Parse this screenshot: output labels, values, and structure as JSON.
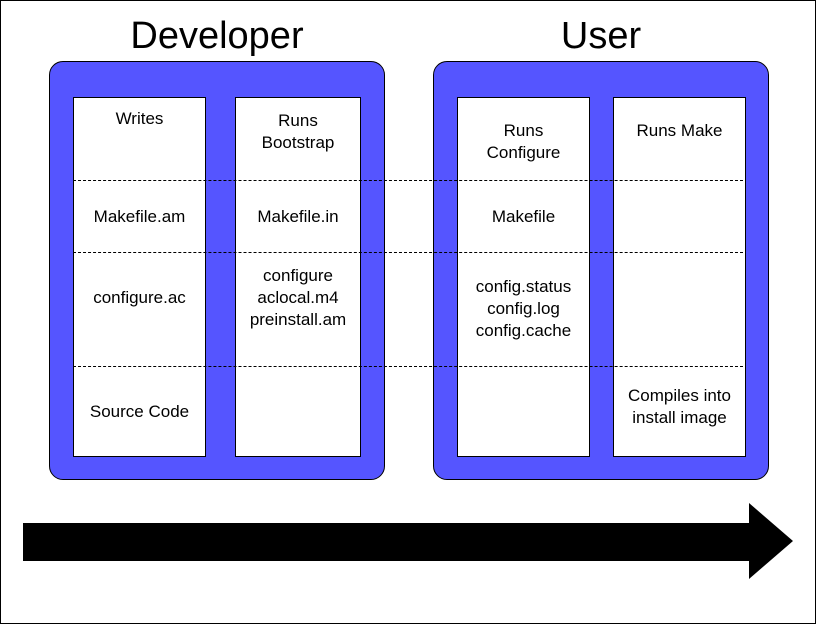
{
  "colors": {
    "panel": "#5555ff",
    "arrow": "#000000",
    "line": "#000000"
  },
  "sections": [
    {
      "heading": "Developer",
      "columns": [
        {
          "cells": [
            "Writes",
            "Makefile.am",
            "configure.ac",
            "Source Code"
          ]
        },
        {
          "cells": [
            "Runs\nBootstrap",
            "Makefile.in",
            "configure\naclocal.m4\npreinstall.am",
            ""
          ]
        }
      ]
    },
    {
      "heading": "User",
      "columns": [
        {
          "cells": [
            "Runs\nConfigure",
            "Makefile",
            "config.status\nconfig.log\nconfig.cache",
            ""
          ]
        },
        {
          "cells": [
            "Runs Make",
            "",
            "",
            "Compiles into\ninstall image"
          ]
        }
      ]
    }
  ]
}
